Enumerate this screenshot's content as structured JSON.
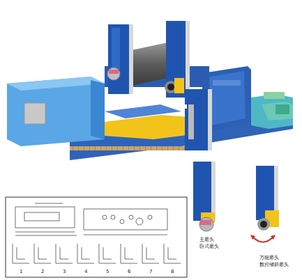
{
  "diagram": {
    "labels": [
      "主磨头",
      "卧式磨头",
      "万能磨头",
      "数控倾斜磨头",
      "1",
      "2",
      "3",
      "4",
      "5",
      "6",
      "7",
      "8"
    ]
  }
}
